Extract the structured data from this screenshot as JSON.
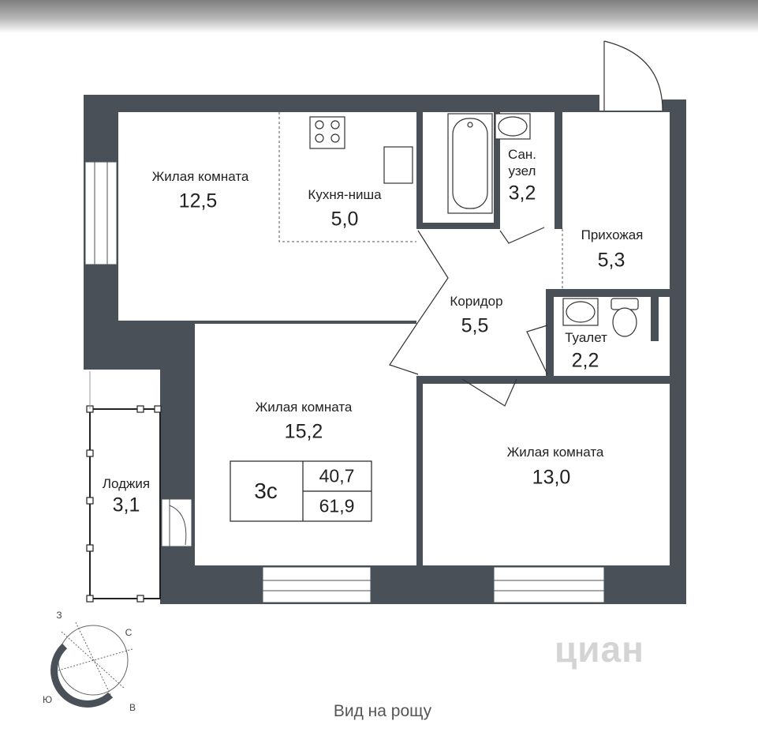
{
  "rooms": {
    "living1": {
      "name": "Жилая комната",
      "area": "12,5"
    },
    "kitchen": {
      "name": "Кухня-ниша",
      "area": "5,0"
    },
    "bath": {
      "name_line1": "Сан.",
      "name_line2": "узел",
      "area": "3,2"
    },
    "hall": {
      "name": "Прихожая",
      "area": "5,3"
    },
    "corridor": {
      "name": "Коридор",
      "area": "5,5"
    },
    "toilet": {
      "name": "Туалет",
      "area": "2,2"
    },
    "living2": {
      "name": "Жилая комната",
      "area": "15,2"
    },
    "living3": {
      "name": "Жилая комната",
      "area": "13,0"
    },
    "loggia": {
      "name": "Лоджия",
      "area": "3,1"
    }
  },
  "summary": {
    "type": "3с",
    "living_area": "40,7",
    "total_area": "61,9"
  },
  "view_label": "Вид на рощу",
  "compass": {
    "north": "С",
    "east": "В",
    "south": "Ю",
    "west": "З"
  },
  "watermark": "циан",
  "colors": {
    "wall": "#4a5057",
    "text": "#222222",
    "outline": "#222222"
  }
}
